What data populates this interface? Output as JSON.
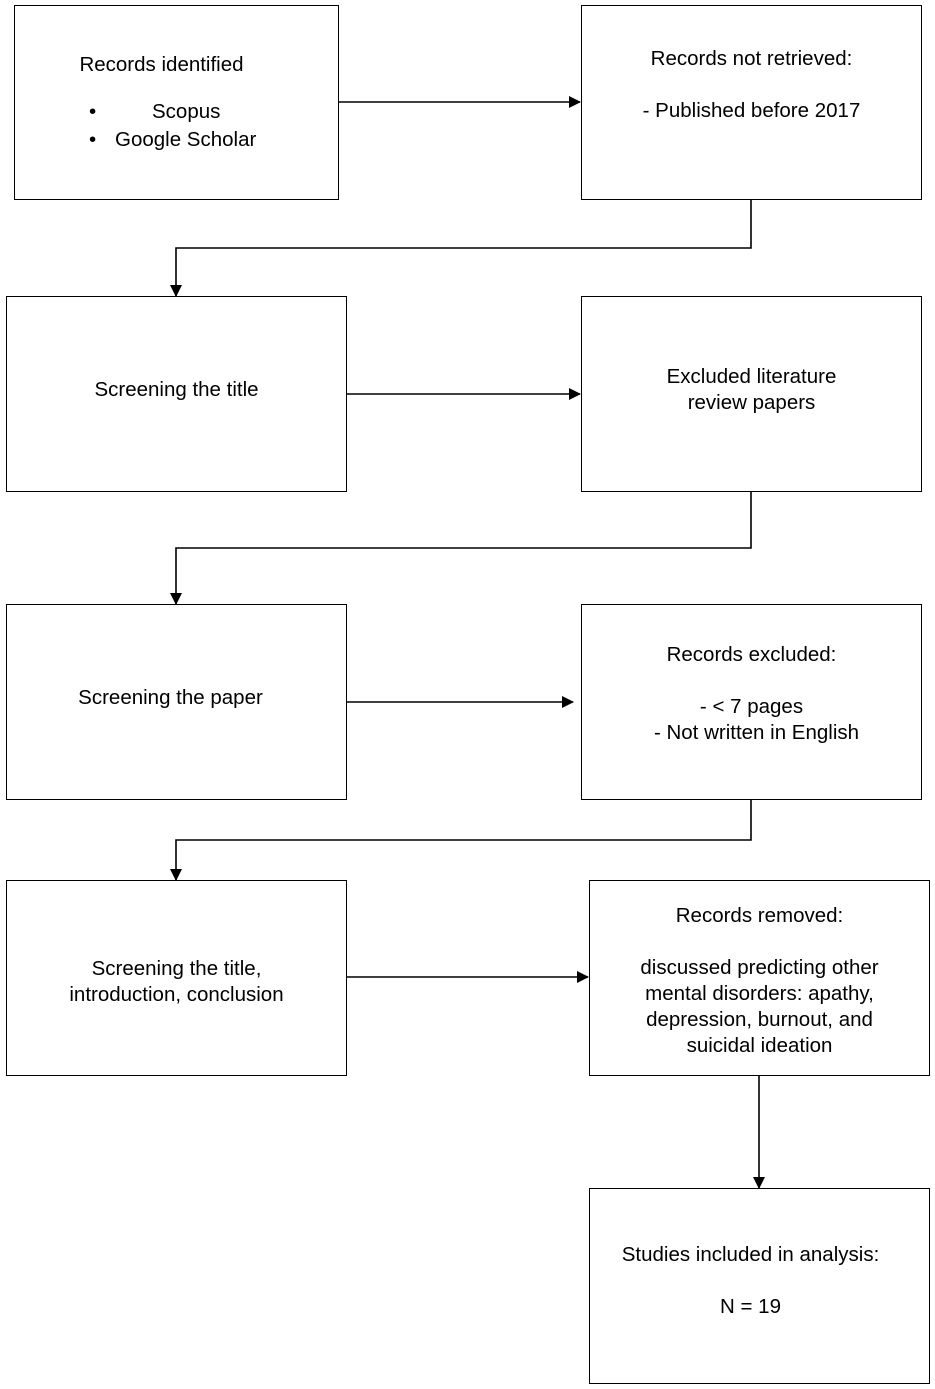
{
  "identified": {
    "title": "Records identified",
    "sources": [
      "Scopus",
      "Google Scholar"
    ]
  },
  "not_retrieved": {
    "title": "Records not retrieved:",
    "criteria": [
      "- Published before 2017"
    ]
  },
  "screen_title": {
    "label": "Screening the title"
  },
  "excluded_reviews": {
    "lines": [
      "Excluded literature",
      "review papers"
    ]
  },
  "screen_paper": {
    "label": "Screening the paper"
  },
  "excluded": {
    "title": "Records excluded:",
    "criteria": [
      "- < 7 pages",
      "- Not written in English"
    ]
  },
  "screen_intro": {
    "lines": [
      "Screening the title,",
      "introduction, conclusion"
    ]
  },
  "removed": {
    "title": "Records removed:",
    "lines": [
      "discussed predicting other",
      "mental disorders: apathy,",
      "depression, burnout, and",
      "suicidal ideation"
    ]
  },
  "included": {
    "title": "Studies included in analysis:",
    "count": "N = 19"
  }
}
